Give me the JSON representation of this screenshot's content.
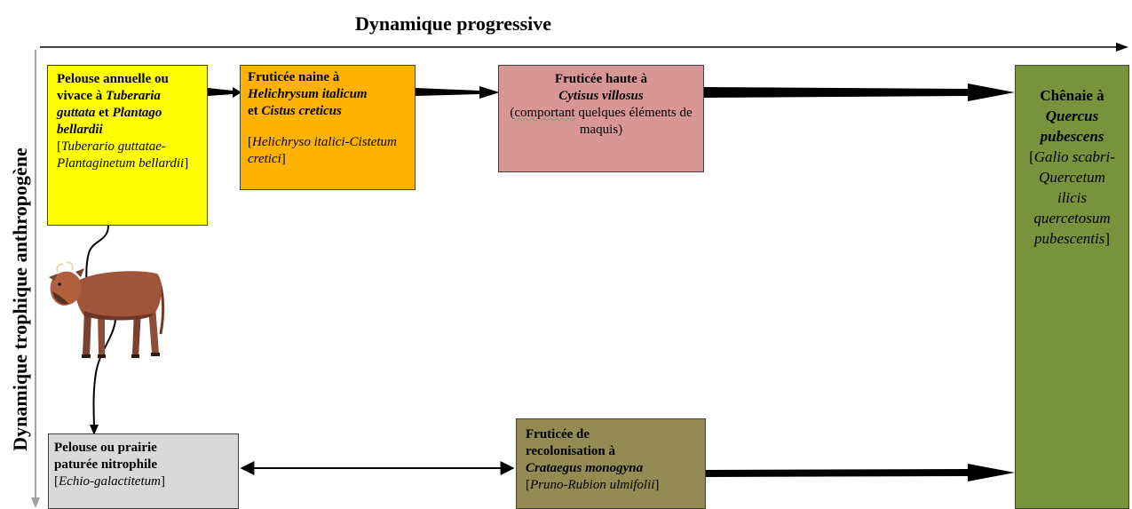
{
  "labels": {
    "horizontal_axis": "Dynamique progressive",
    "vertical_axis": "Dynamique trophique anthropogène"
  },
  "nodes": {
    "pelouse": {
      "line1": "Pelouse annuelle ou",
      "line2_b": "vivace à ",
      "line2_bi": "Tuberaria",
      "line3_bi": "guttata",
      "line3_b": " et ",
      "line3_bi2": "Plantago",
      "line4_bi": "bellardii",
      "syntaxon_open": "[",
      "syntaxon": "Tuberario guttatae-Plantaginetum bellardii",
      "syntaxon_close": "]"
    },
    "fruticee_naine": {
      "line1": "Fruticée naine à",
      "line2_bi": "Helichrysum italicum",
      "line3_b": "et ",
      "line3_bi": "Cistus creticus",
      "syntaxon_open": "[",
      "syntaxon": "Helichryso italici-Cistetum cretici",
      "syntaxon_close": "]"
    },
    "fruticee_haute": {
      "line1": "Fruticée haute à",
      "line2_bi": "Cytisus villosus",
      "line3_pre": "(",
      "line3_wavy": "comportant",
      "line3_post": " quelques éléments de maquis)"
    },
    "chenaie": {
      "line1": "Chênaie à",
      "line2_bi": "Quercus pubescens",
      "syntaxon_open": "[",
      "syntaxon": "Galio scabri-Quercetum ilicis quercetosum pubescentis",
      "syntaxon_close": "]"
    },
    "prairie": {
      "line1": "Pelouse ou prairie",
      "line2": "paturée nitrophile",
      "syntaxon_open": "[",
      "syntaxon": "Echio-galactitetum",
      "syntaxon_close": "]"
    },
    "recolonisation": {
      "line1": "Fruticée de",
      "line2": "recolonisation à",
      "line3_bi": "Crataegus monogyna",
      "syntaxon_open": "[",
      "syntaxon": "Pruno-Rubion ulmifolii",
      "syntaxon_close": "]"
    }
  },
  "colors": {
    "pelouse": "#ffff00",
    "fruticee_naine": "#ffb300",
    "fruticee_haute": "#d99696",
    "chenaie": "#77933c",
    "prairie": "#d9d9d9",
    "recolonisation": "#948a54"
  },
  "illustration": "cow"
}
